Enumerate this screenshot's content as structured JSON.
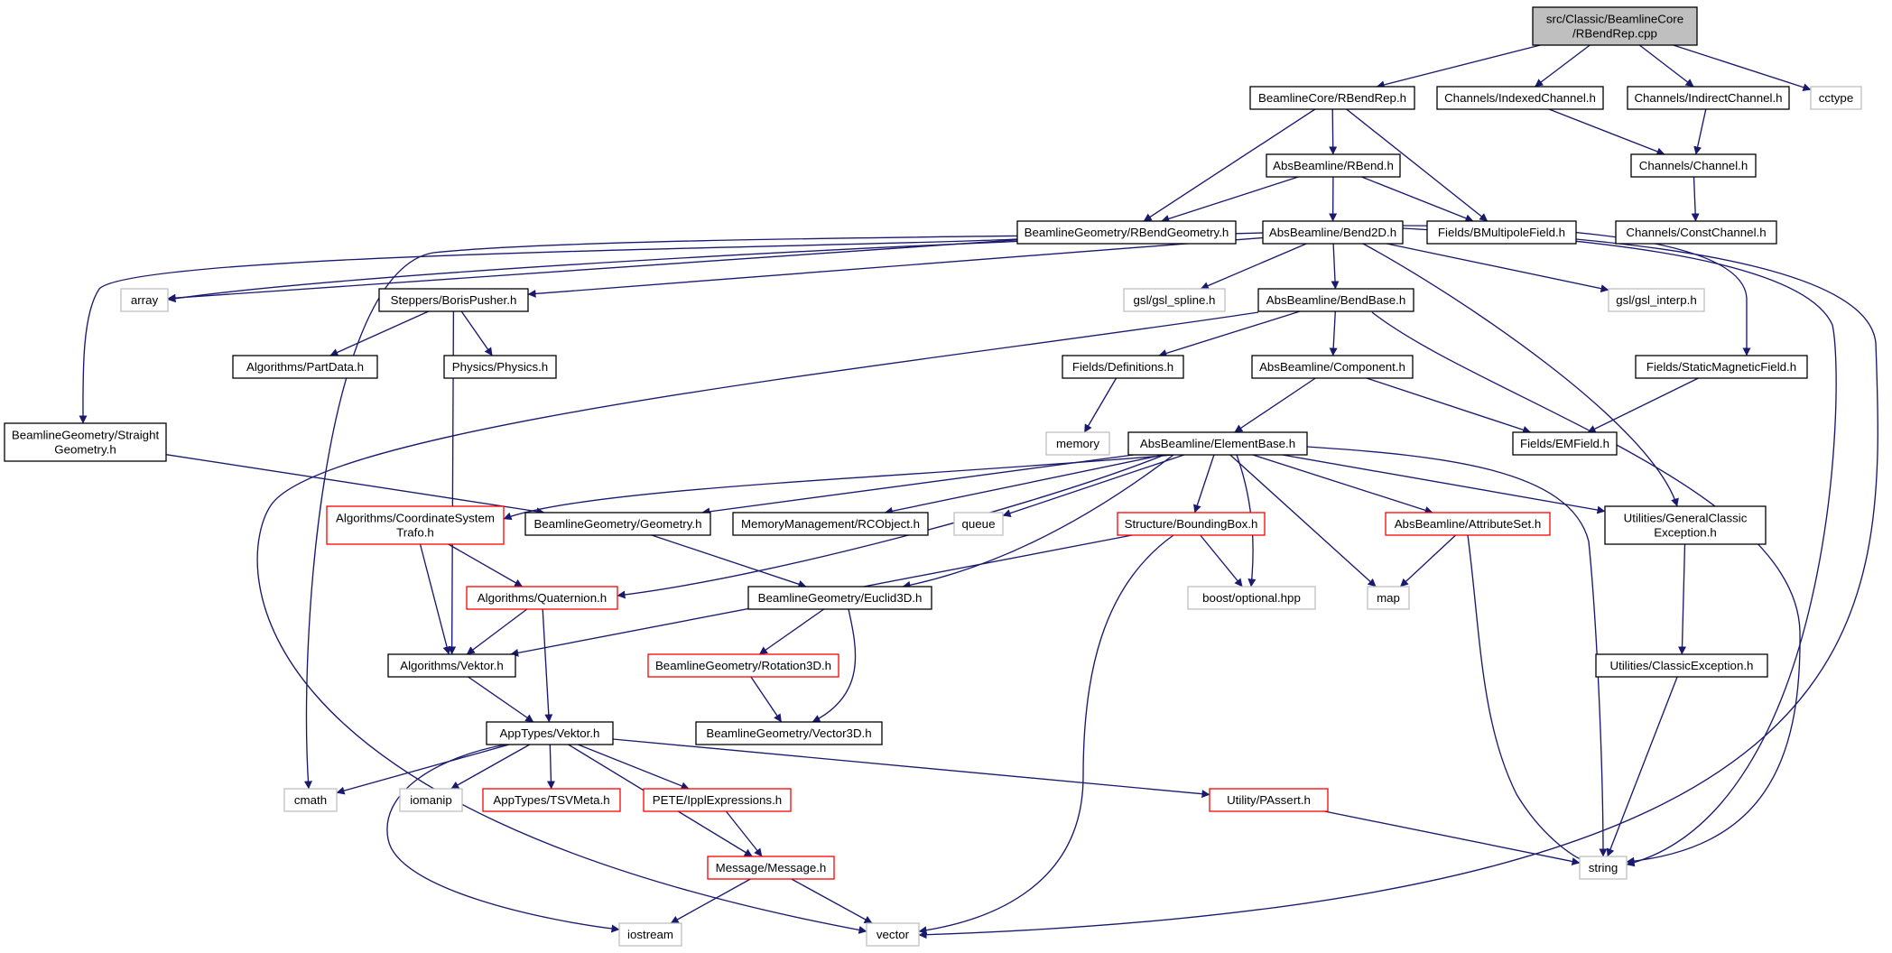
{
  "diagram": {
    "colors": {
      "edge": "#191970",
      "border_black": "#000000",
      "border_red": "#ff0000",
      "border_gray": "#bfbfbf",
      "root_fill": "#bfbfbf",
      "node_fill": "#ffffff"
    },
    "nodes": [
      {
        "id": "root",
        "lines": [
          "src/Classic/BeamlineCore",
          "/RBendRep.cpp"
        ],
        "style": "root"
      },
      {
        "id": "rbendrep",
        "lines": [
          "BeamlineCore/RBendRep.h"
        ],
        "style": "black"
      },
      {
        "id": "indexedch",
        "lines": [
          "Channels/IndexedChannel.h"
        ],
        "style": "black"
      },
      {
        "id": "indirectch",
        "lines": [
          "Channels/IndirectChannel.h"
        ],
        "style": "black"
      },
      {
        "id": "cctype",
        "lines": [
          "cctype"
        ],
        "style": "gray"
      },
      {
        "id": "rbend",
        "lines": [
          "AbsBeamline/RBend.h"
        ],
        "style": "black"
      },
      {
        "id": "channel",
        "lines": [
          "Channels/Channel.h"
        ],
        "style": "black"
      },
      {
        "id": "rbendgeom",
        "lines": [
          "BeamlineGeometry/RBendGeometry.h"
        ],
        "style": "black"
      },
      {
        "id": "bend2d",
        "lines": [
          "AbsBeamline/Bend2D.h"
        ],
        "style": "black"
      },
      {
        "id": "bmultipole",
        "lines": [
          "Fields/BMultipoleField.h"
        ],
        "style": "black"
      },
      {
        "id": "constch",
        "lines": [
          "Channels/ConstChannel.h"
        ],
        "style": "black"
      },
      {
        "id": "array",
        "lines": [
          "array"
        ],
        "style": "gray"
      },
      {
        "id": "borispusher",
        "lines": [
          "Steppers/BorisPusher.h"
        ],
        "style": "black"
      },
      {
        "id": "gslspline",
        "lines": [
          "gsl/gsl_spline.h"
        ],
        "style": "gray"
      },
      {
        "id": "bendbase",
        "lines": [
          "AbsBeamline/BendBase.h"
        ],
        "style": "black"
      },
      {
        "id": "gslinterp",
        "lines": [
          "gsl/gsl_interp.h"
        ],
        "style": "gray"
      },
      {
        "id": "partdata",
        "lines": [
          "Algorithms/PartData.h"
        ],
        "style": "black"
      },
      {
        "id": "physics",
        "lines": [
          "Physics/Physics.h"
        ],
        "style": "black"
      },
      {
        "id": "definitions",
        "lines": [
          "Fields/Definitions.h"
        ],
        "style": "black"
      },
      {
        "id": "component",
        "lines": [
          "AbsBeamline/Component.h"
        ],
        "style": "black"
      },
      {
        "id": "staticmag",
        "lines": [
          "Fields/StaticMagneticField.h"
        ],
        "style": "black"
      },
      {
        "id": "straightgeom",
        "lines": [
          "BeamlineGeometry/Straight",
          "Geometry.h"
        ],
        "style": "black"
      },
      {
        "id": "memory",
        "lines": [
          "memory"
        ],
        "style": "gray"
      },
      {
        "id": "elementbase",
        "lines": [
          "AbsBeamline/ElementBase.h"
        ],
        "style": "black"
      },
      {
        "id": "emfield",
        "lines": [
          "Fields/EMField.h"
        ],
        "style": "black"
      },
      {
        "id": "coordsys",
        "lines": [
          "Algorithms/CoordinateSystem",
          "Trafo.h"
        ],
        "style": "red"
      },
      {
        "id": "geometry",
        "lines": [
          "BeamlineGeometry/Geometry.h"
        ],
        "style": "black"
      },
      {
        "id": "rcobject",
        "lines": [
          "MemoryManagement/RCObject.h"
        ],
        "style": "black"
      },
      {
        "id": "queue",
        "lines": [
          "queue"
        ],
        "style": "gray"
      },
      {
        "id": "boundingbox",
        "lines": [
          "Structure/BoundingBox.h"
        ],
        "style": "red"
      },
      {
        "id": "attributeset",
        "lines": [
          "AbsBeamline/AttributeSet.h"
        ],
        "style": "red"
      },
      {
        "id": "genclassicexc",
        "lines": [
          "Utilities/GeneralClassic",
          "Exception.h"
        ],
        "style": "black"
      },
      {
        "id": "quaternion",
        "lines": [
          "Algorithms/Quaternion.h"
        ],
        "style": "red"
      },
      {
        "id": "euclid3d",
        "lines": [
          "BeamlineGeometry/Euclid3D.h"
        ],
        "style": "black"
      },
      {
        "id": "boostoptional",
        "lines": [
          "boost/optional.hpp"
        ],
        "style": "gray"
      },
      {
        "id": "map",
        "lines": [
          "map"
        ],
        "style": "gray"
      },
      {
        "id": "algvektor",
        "lines": [
          "Algorithms/Vektor.h"
        ],
        "style": "black"
      },
      {
        "id": "rotation3d",
        "lines": [
          "BeamlineGeometry/Rotation3D.h"
        ],
        "style": "red"
      },
      {
        "id": "classicexc",
        "lines": [
          "Utilities/ClassicException.h"
        ],
        "style": "black"
      },
      {
        "id": "appvektor",
        "lines": [
          "AppTypes/Vektor.h"
        ],
        "style": "black"
      },
      {
        "id": "vector3d",
        "lines": [
          "BeamlineGeometry/Vector3D.h"
        ],
        "style": "black"
      },
      {
        "id": "cmath",
        "lines": [
          "cmath"
        ],
        "style": "gray"
      },
      {
        "id": "iomanip",
        "lines": [
          "iomanip"
        ],
        "style": "gray"
      },
      {
        "id": "tsvmeta",
        "lines": [
          "AppTypes/TSVMeta.h"
        ],
        "style": "red"
      },
      {
        "id": "ipplexpr",
        "lines": [
          "PETE/IpplExpressions.h"
        ],
        "style": "red"
      },
      {
        "id": "passert",
        "lines": [
          "Utility/PAssert.h"
        ],
        "style": "red"
      },
      {
        "id": "string",
        "lines": [
          "string"
        ],
        "style": "gray"
      },
      {
        "id": "message",
        "lines": [
          "Message/Message.h"
        ],
        "style": "red"
      },
      {
        "id": "iostream",
        "lines": [
          "iostream"
        ],
        "style": "gray"
      },
      {
        "id": "vector",
        "lines": [
          "vector"
        ],
        "style": "gray"
      }
    ],
    "edges": [
      [
        "root",
        "rbendrep"
      ],
      [
        "root",
        "indexedch"
      ],
      [
        "root",
        "indirectch"
      ],
      [
        "root",
        "cctype"
      ],
      [
        "rbendrep",
        "rbend"
      ],
      [
        "rbendrep",
        "rbendgeom"
      ],
      [
        "rbendrep",
        "bmultipole"
      ],
      [
        "indexedch",
        "channel"
      ],
      [
        "indirectch",
        "channel"
      ],
      [
        "channel",
        "constch"
      ],
      [
        "rbend",
        "rbendgeom"
      ],
      [
        "rbend",
        "bend2d"
      ],
      [
        "rbend",
        "bmultipole"
      ],
      [
        "rbendgeom",
        "array"
      ],
      [
        "rbendgeom",
        "straightgeom"
      ],
      [
        "bend2d",
        "borispusher"
      ],
      [
        "bend2d",
        "gslspline"
      ],
      [
        "bend2d",
        "bendbase"
      ],
      [
        "bend2d",
        "gslinterp"
      ],
      [
        "bend2d",
        "staticmag"
      ],
      [
        "bend2d",
        "cmath"
      ],
      [
        "bend2d",
        "genclassicexc"
      ],
      [
        "bend2d",
        "string"
      ],
      [
        "bend2d",
        "array"
      ],
      [
        "bmultipole",
        "vector"
      ],
      [
        "borispusher",
        "partdata"
      ],
      [
        "borispusher",
        "physics"
      ],
      [
        "borispusher",
        "algvektor"
      ],
      [
        "bendbase",
        "definitions"
      ],
      [
        "bendbase",
        "component"
      ],
      [
        "bendbase",
        "string"
      ],
      [
        "bendbase",
        "vector"
      ],
      [
        "definitions",
        "memory"
      ],
      [
        "component",
        "elementbase"
      ],
      [
        "component",
        "emfield"
      ],
      [
        "staticmag",
        "emfield"
      ],
      [
        "straightgeom",
        "geometry"
      ],
      [
        "elementbase",
        "coordsys"
      ],
      [
        "elementbase",
        "geometry"
      ],
      [
        "elementbase",
        "rcobject"
      ],
      [
        "elementbase",
        "queue"
      ],
      [
        "elementbase",
        "boundingbox"
      ],
      [
        "elementbase",
        "attributeset"
      ],
      [
        "elementbase",
        "genclassicexc"
      ],
      [
        "elementbase",
        "quaternion"
      ],
      [
        "elementbase",
        "euclid3d"
      ],
      [
        "elementbase",
        "boostoptional"
      ],
      [
        "elementbase",
        "map"
      ],
      [
        "elementbase",
        "string"
      ],
      [
        "coordsys",
        "quaternion"
      ],
      [
        "coordsys",
        "algvektor"
      ],
      [
        "geometry",
        "euclid3d"
      ],
      [
        "boundingbox",
        "algvektor"
      ],
      [
        "boundingbox",
        "boostoptional"
      ],
      [
        "boundingbox",
        "vector"
      ],
      [
        "attributeset",
        "map"
      ],
      [
        "attributeset",
        "string"
      ],
      [
        "genclassicexc",
        "classicexc"
      ],
      [
        "quaternion",
        "algvektor"
      ],
      [
        "quaternion",
        "appvektor"
      ],
      [
        "euclid3d",
        "rotation3d"
      ],
      [
        "euclid3d",
        "vector3d"
      ],
      [
        "rotation3d",
        "vector3d"
      ],
      [
        "algvektor",
        "appvektor"
      ],
      [
        "classicexc",
        "string"
      ],
      [
        "appvektor",
        "cmath"
      ],
      [
        "appvektor",
        "iomanip"
      ],
      [
        "appvektor",
        "tsvmeta"
      ],
      [
        "appvektor",
        "ipplexpr"
      ],
      [
        "appvektor",
        "passert"
      ],
      [
        "appvektor",
        "message"
      ],
      [
        "appvektor",
        "iostream"
      ],
      [
        "ipplexpr",
        "message"
      ],
      [
        "passert",
        "string"
      ],
      [
        "message",
        "iostream"
      ],
      [
        "message",
        "vector"
      ]
    ]
  }
}
